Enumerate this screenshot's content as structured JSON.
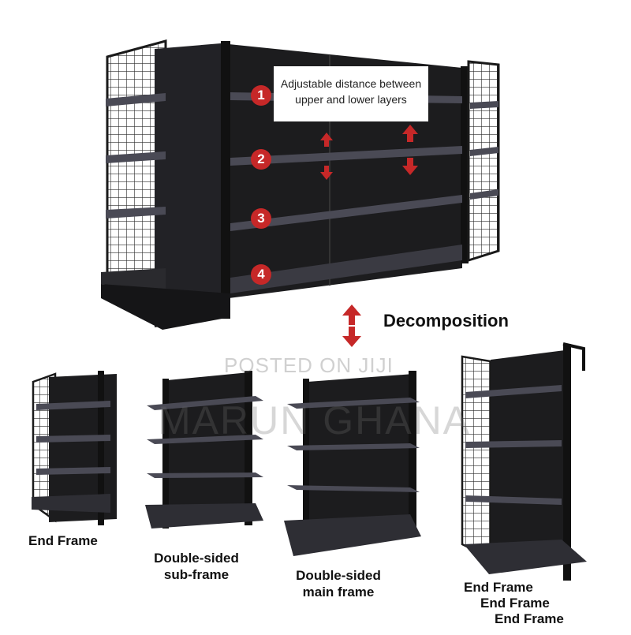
{
  "callout": {
    "line1": "Adjustable distance between",
    "line2": "upper and lower layers"
  },
  "badges": [
    "1",
    "2",
    "3",
    "4"
  ],
  "decomposition_label": "Decomposition",
  "parts": {
    "end_frame_left": "End Frame",
    "double_sided_sub_line1": "Double-sided",
    "double_sided_sub_line2": "sub-frame",
    "double_sided_main_line1": "Double-sided",
    "double_sided_main_line2": "main frame",
    "end_frame_right_line1": "End Frame",
    "end_frame_right_line2": "End Frame",
    "end_frame_right_line3": "End Frame"
  },
  "watermark": {
    "line1": "POSTED ON JIJI",
    "line2": "MARUN GHANA"
  },
  "colors": {
    "shelf_dark": "#1c1c1e",
    "shelf_edge": "#4a4a55",
    "arrow_red": "#c62828"
  }
}
